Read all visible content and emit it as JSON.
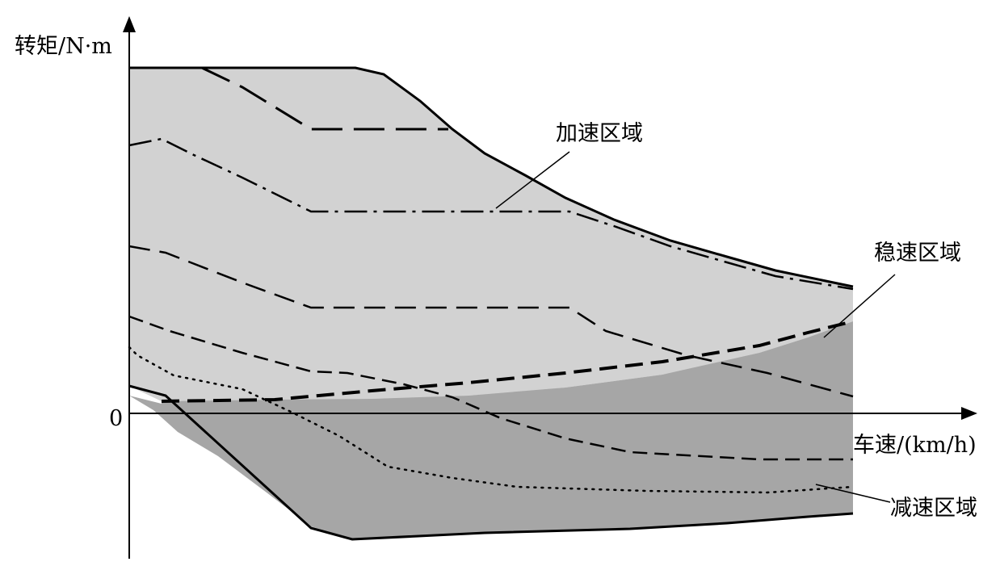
{
  "y_axis": {
    "label": "转矩/N·m",
    "zero_label": "0"
  },
  "x_axis": {
    "label": "车速/(km/h)"
  },
  "regions": [
    {
      "label": "加速区域",
      "fill": "#d2d2d2"
    },
    {
      "label": "稳速区域",
      "fill": "#a6a6a6"
    },
    {
      "label": "减速区域",
      "fill": "#a6a6a6"
    }
  ],
  "colors": {
    "axis": "#000000",
    "line": "#000000",
    "background": "#ffffff"
  }
}
